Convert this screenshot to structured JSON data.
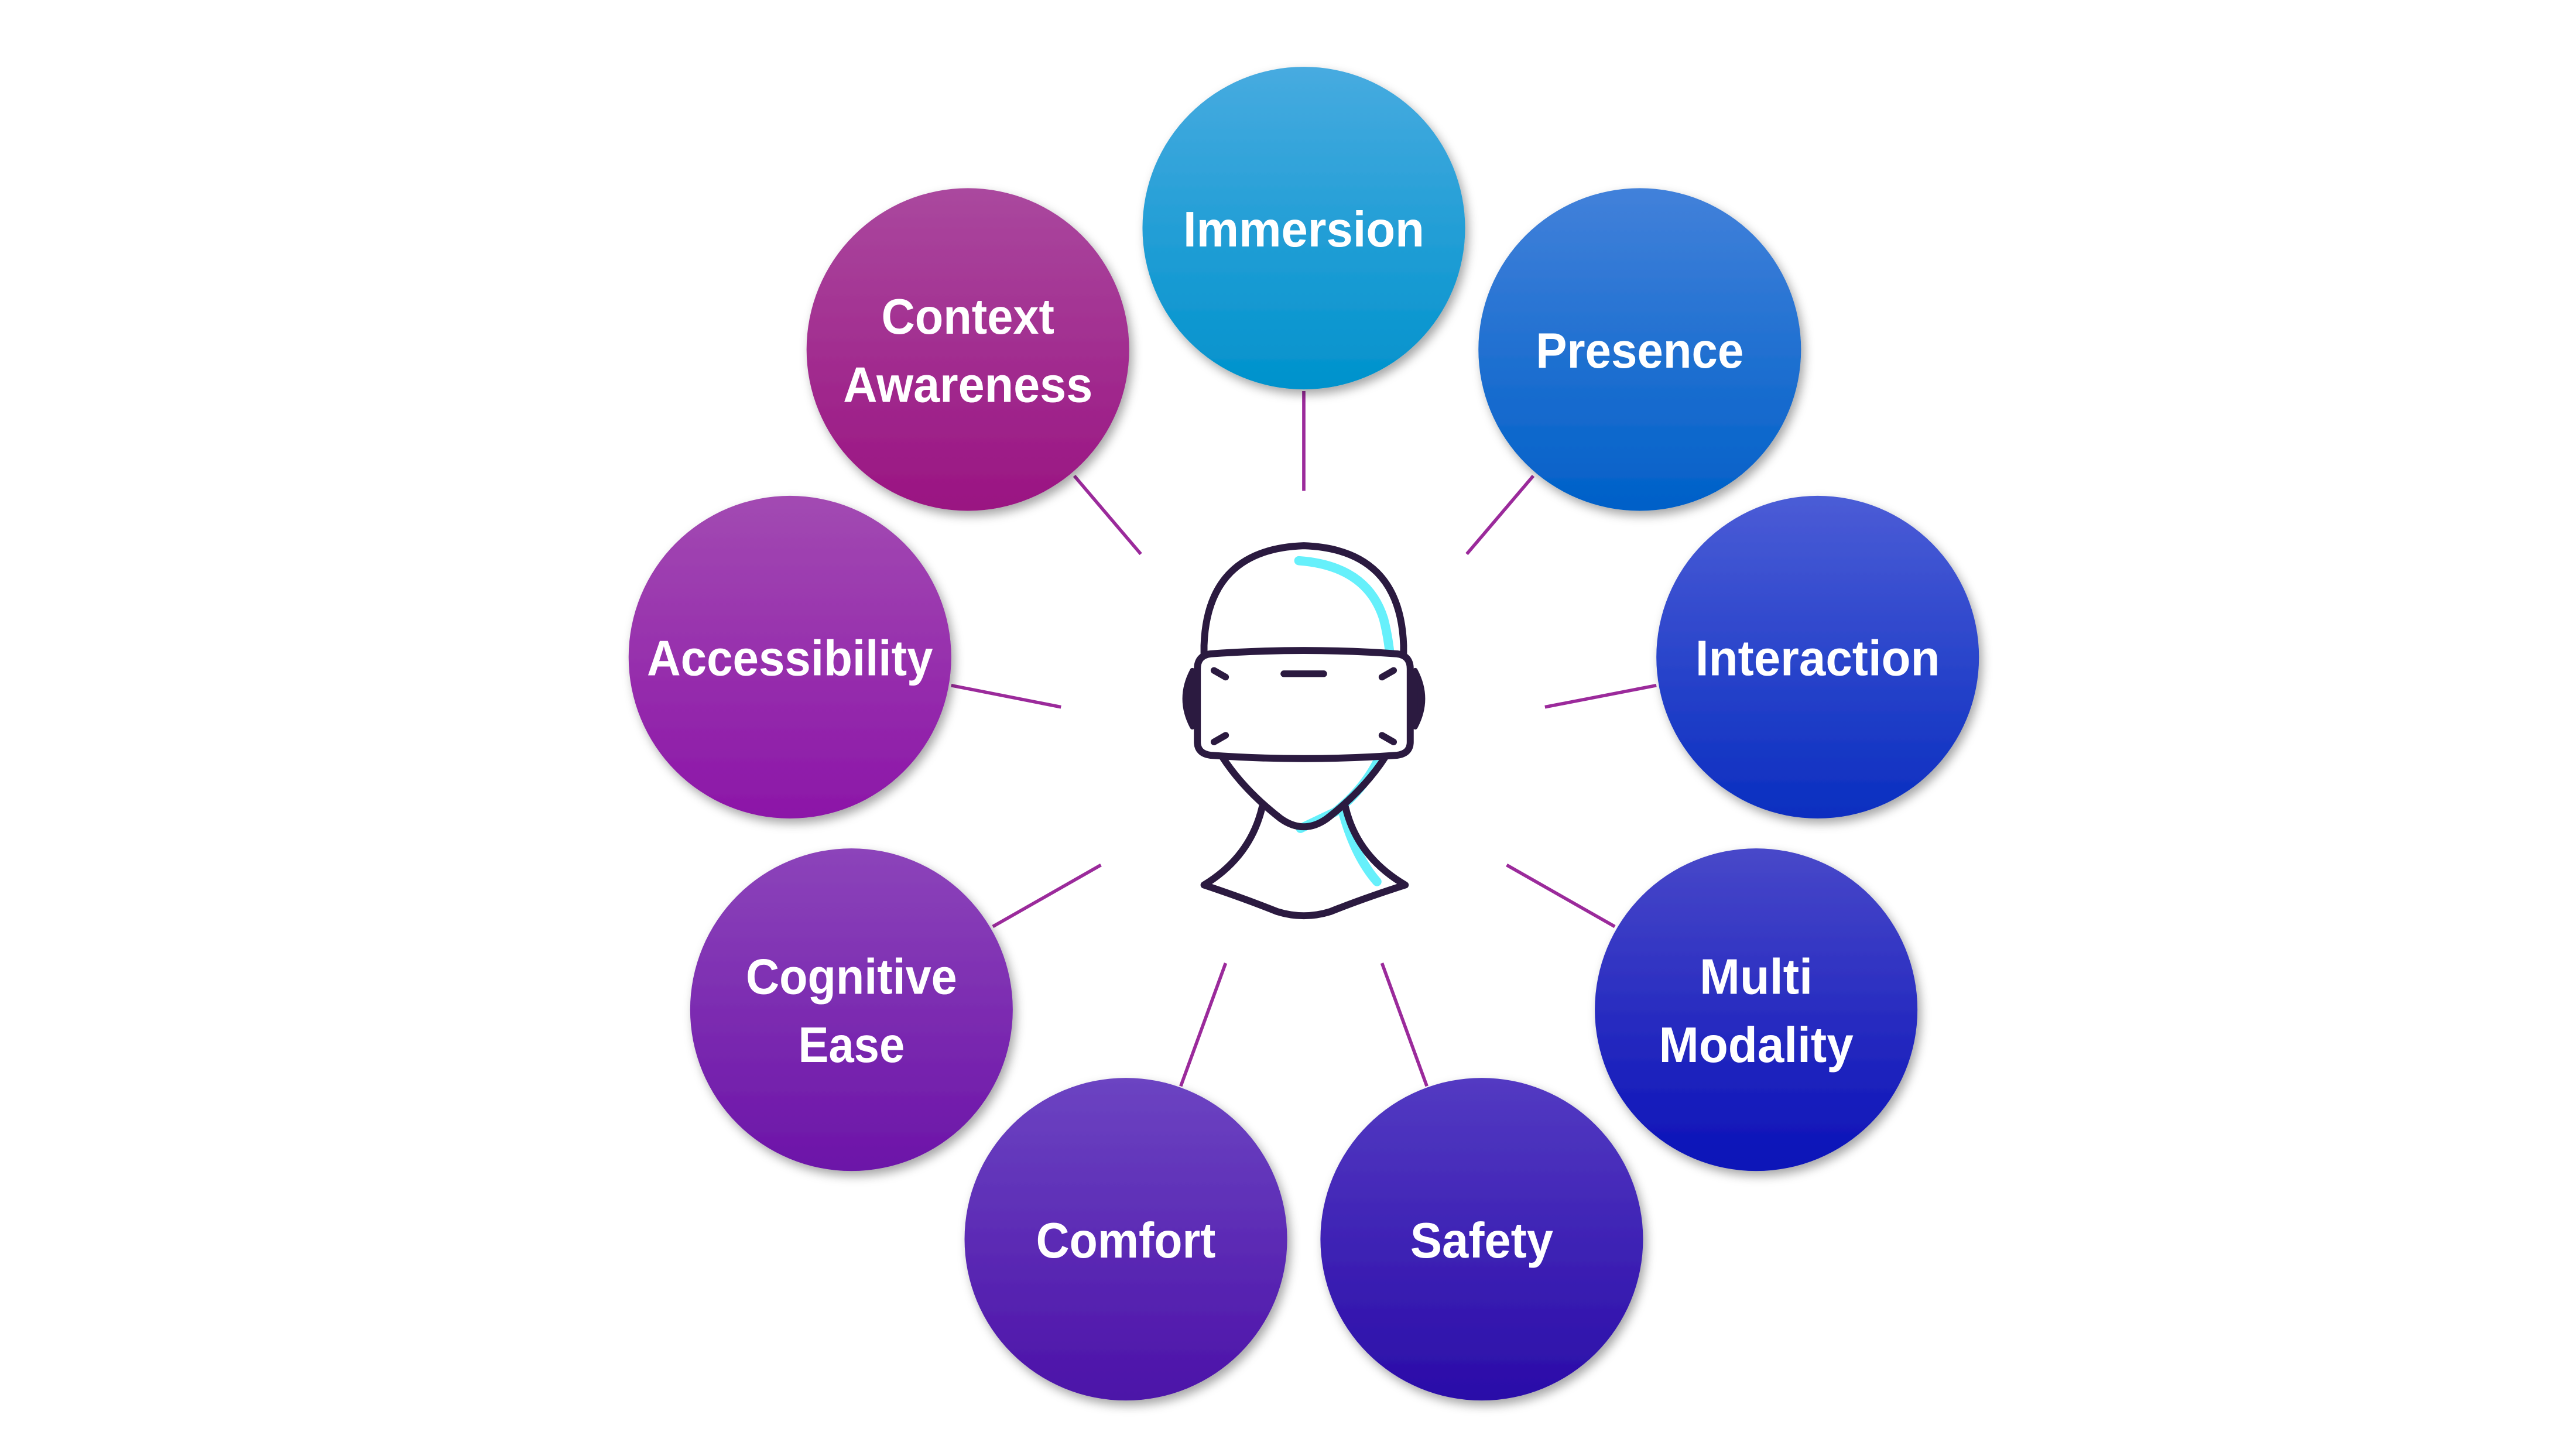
{
  "center_icon": "vr-headset-head-icon",
  "connector_color": "#9b2a9b",
  "nodes": [
    {
      "id": "immersion",
      "lines": [
        "Immersion"
      ],
      "gradient": [
        "#47abe0",
        "#0092cc"
      ]
    },
    {
      "id": "presence",
      "lines": [
        "Presence"
      ],
      "gradient": [
        "#4281da",
        "#0060c8"
      ]
    },
    {
      "id": "interaction",
      "lines": [
        "Interaction"
      ],
      "gradient": [
        "#4b5cd6",
        "#0a2ec0"
      ]
    },
    {
      "id": "multi-modality",
      "lines": [
        "Multi",
        "Modality"
      ],
      "gradient": [
        "#4848c9",
        "#0a12b8"
      ]
    },
    {
      "id": "safety",
      "lines": [
        "Safety"
      ],
      "gradient": [
        "#533ac2",
        "#2a0ca8"
      ]
    },
    {
      "id": "comfort",
      "lines": [
        "Comfort"
      ],
      "gradient": [
        "#6c44c2",
        "#4c12a8"
      ]
    },
    {
      "id": "cognitive-ease",
      "lines": [
        "Cognitive",
        "Ease"
      ],
      "gradient": [
        "#8c44ba",
        "#6c14a8"
      ]
    },
    {
      "id": "accessibility",
      "lines": [
        "Accessibility"
      ],
      "gradient": [
        "#a24ab2",
        "#8c16a8"
      ]
    },
    {
      "id": "context-awareness",
      "lines": [
        "Context",
        "Awareness"
      ],
      "gradient": [
        "#aa489e",
        "#9a1482"
      ]
    }
  ]
}
